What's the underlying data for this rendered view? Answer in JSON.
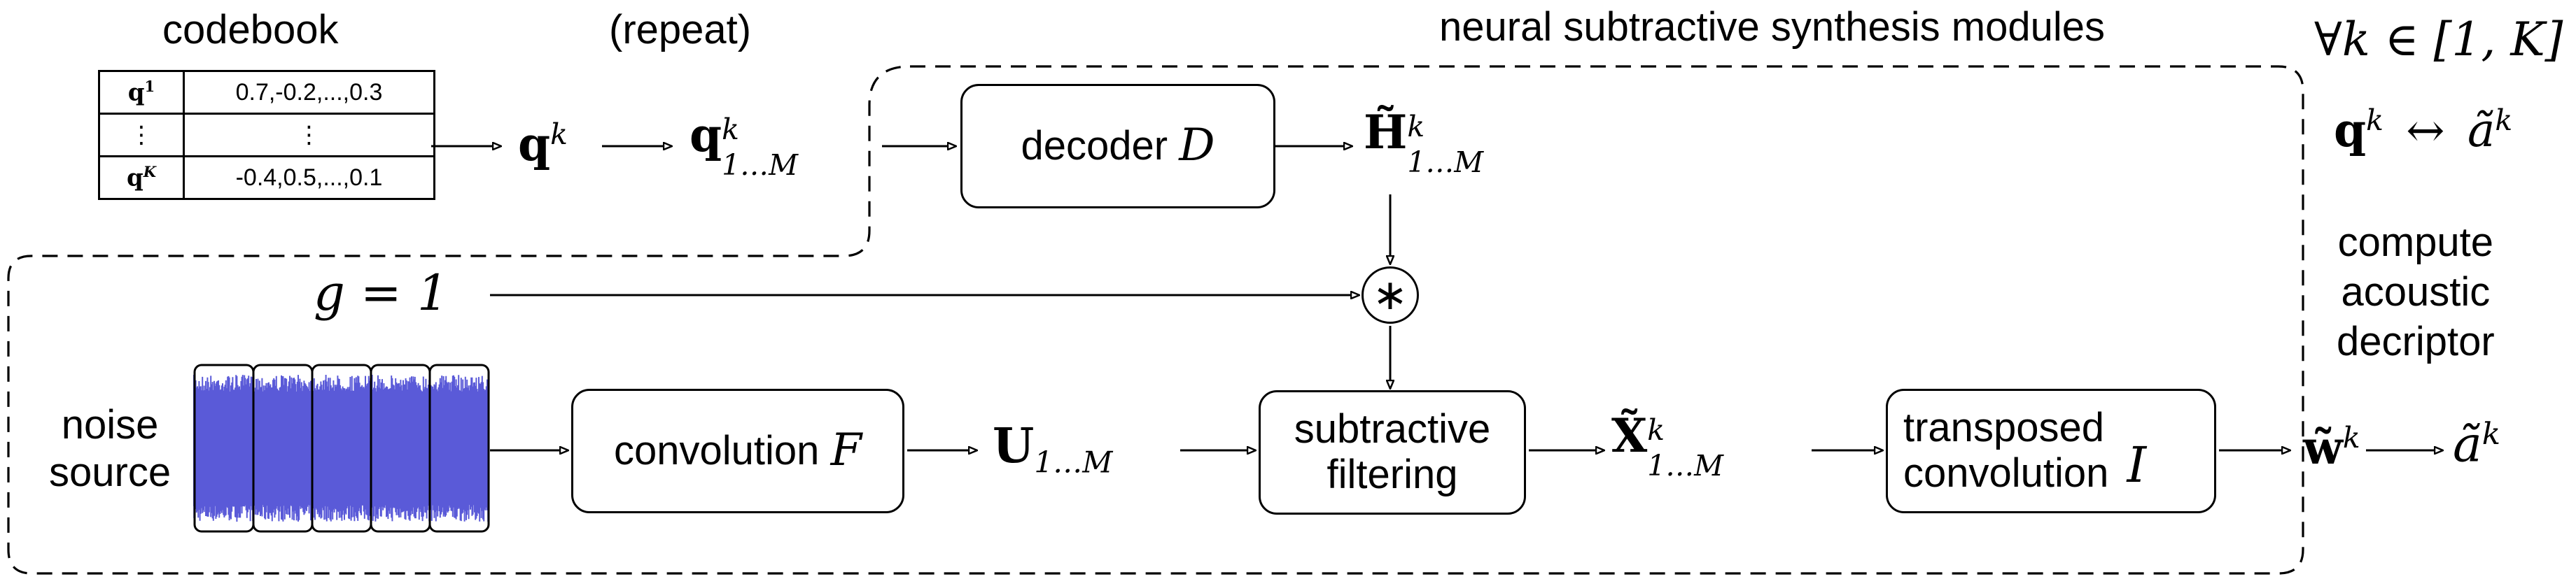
{
  "title": "neural subtractive synthesis modules",
  "codebook": {
    "title": "codebook",
    "rows": [
      {
        "key": "q",
        "key_sup": "1",
        "value": "0.7,-0.2,...,0.3"
      },
      {
        "key": "⋮",
        "key_sup": "",
        "value": "⋮"
      },
      {
        "key": "q",
        "key_sup": "K",
        "value": "-0.4,0.5,...,0.1"
      }
    ]
  },
  "repeat_label": "(repeat)",
  "qk": {
    "base": "q",
    "sup": "k"
  },
  "qk_repeated": {
    "base": "q",
    "sup": "k",
    "sub": "1…M"
  },
  "decoder": {
    "text": "decoder",
    "symbol": "D"
  },
  "h_tilde": {
    "base": "H̃",
    "sup": "k",
    "sub": "1…M"
  },
  "gain": {
    "text": "g = 1"
  },
  "multiply_symbol": "∗",
  "noise_source": {
    "line1": "noise",
    "line2": "source"
  },
  "convolution": {
    "text": "convolution",
    "symbol": "F"
  },
  "u": {
    "base": "U",
    "sub": "1…M"
  },
  "subtractive_filtering": {
    "line1": "subtractive",
    "line2": "filtering"
  },
  "x_tilde": {
    "base": "X̃",
    "sup": "k",
    "sub": "1…M"
  },
  "transposed_convolution": {
    "line1": "transposed",
    "line2": "convolution",
    "symbol": "I"
  },
  "w_tilde": {
    "base": "w̃",
    "sup": "k"
  },
  "a_tilde_out": {
    "base": "ã",
    "sup": "k"
  },
  "forall": {
    "text": "∀k ∈ [1, K]"
  },
  "correspondence": {
    "left": "q",
    "left_sup": "k",
    "arrow": "↔",
    "right": "ã",
    "right_sup": "k"
  },
  "compute_descriptor": {
    "line1": "compute",
    "line2": "acoustic",
    "line3": "decriptor"
  },
  "colors": {
    "noise_fill": "#5a5ad8",
    "line": "#000000"
  }
}
